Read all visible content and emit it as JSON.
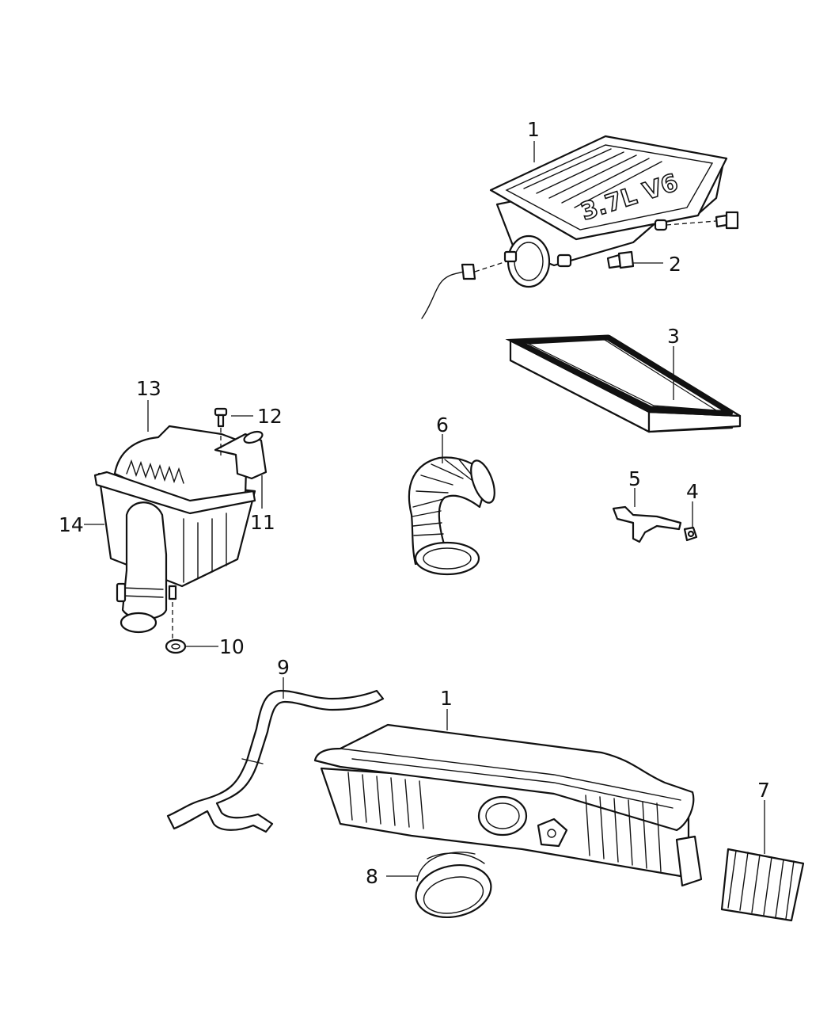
{
  "callouts": {
    "c1_top": "1",
    "c2": "2",
    "c3": "3",
    "c4": "4",
    "c5": "5",
    "c6": "6",
    "c7": "7",
    "c8": "8",
    "c9": "9",
    "c10": "10",
    "c11": "11",
    "c12": "12",
    "c13": "13",
    "c14": "14",
    "c1_bottom": "1"
  },
  "embossed_text": "3.7L V6"
}
